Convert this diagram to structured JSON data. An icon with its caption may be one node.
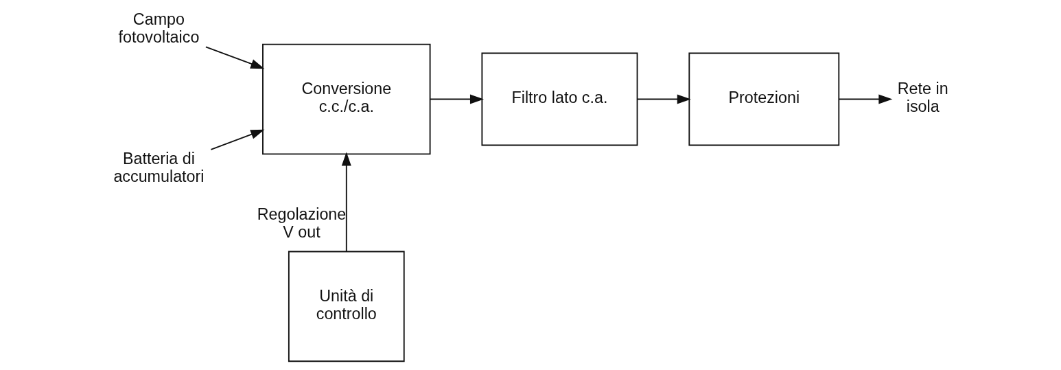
{
  "diagram": {
    "nodes": [
      {
        "text": [
          "Campo fotovoltaico"
        ]
      },
      {
        "text": [
          "Batteria di accumulatori"
        ]
      },
      {
        "text": [
          "Conversione c.c./c.a."
        ]
      },
      {
        "text": [
          "Filtro lato c.a."
        ]
      },
      {
        "text": [
          "Protezioni"
        ]
      },
      {
        "text": [
          "Rete in isola"
        ]
      },
      {
        "text": [
          "Unità di controllo"
        ]
      }
    ],
    "edges": [
      {
        "from": 0,
        "to": 2,
        "arrow": "to"
      },
      {
        "from": 1,
        "to": 2,
        "arrow": "to"
      },
      {
        "from": 2,
        "to": 3,
        "arrow": "to"
      },
      {
        "from": 3,
        "to": 4,
        "arrow": "to"
      },
      {
        "from": 4,
        "to": 5,
        "arrow": "to"
      },
      {
        "from": 6,
        "to": 2,
        "arrow": "to",
        "label": "Regolazione V out"
      }
    ]
  }
}
